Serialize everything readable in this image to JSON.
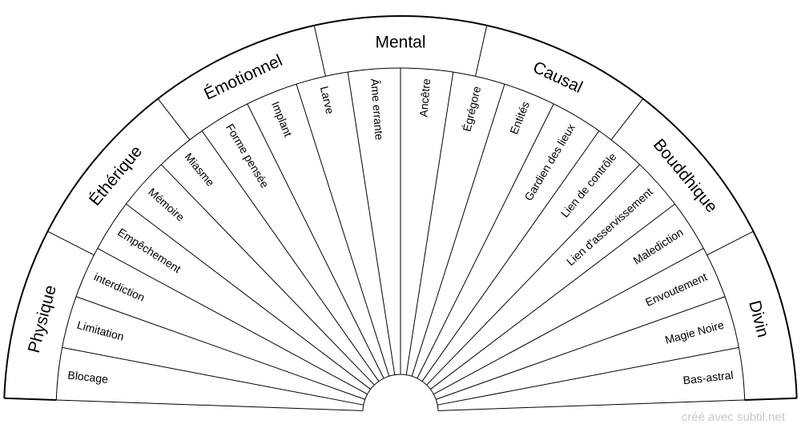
{
  "sectors": [
    "Physique",
    "Éthérique",
    "Émotionnel",
    "Mental",
    "Causal",
    "Bouddhique",
    "Divin"
  ],
  "items": [
    "Blocage",
    "Limitation",
    "interdiction",
    "Empêchement",
    "Mémoire",
    "Miasme",
    "Forme pensée",
    "Implant",
    "Larve",
    "Âme errante",
    "Ancêtre",
    "Égrégore",
    "Entités",
    "Gardien des lieux",
    "Lien de contrôle",
    "Lien d'asservissement",
    "Malediction",
    "Envoutement",
    "Magie Noire",
    "Bas-astral"
  ],
  "footer": "créé avec subtil.net"
}
